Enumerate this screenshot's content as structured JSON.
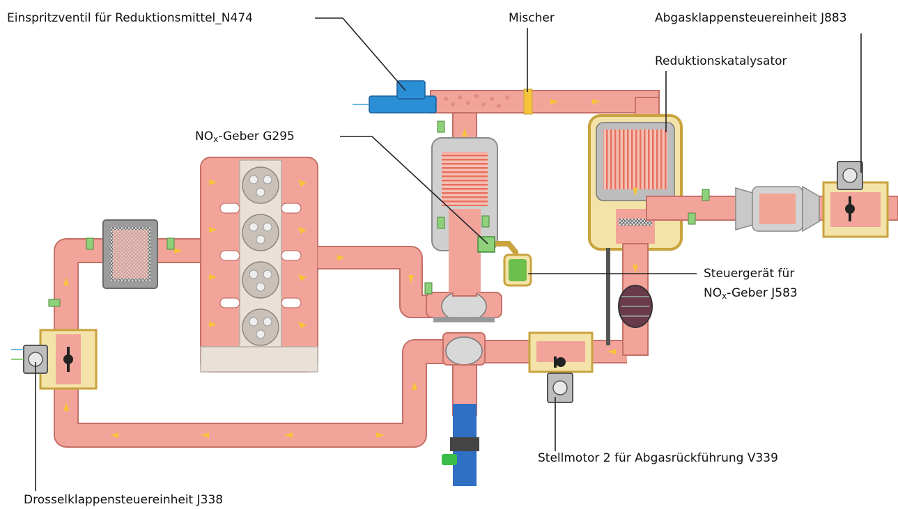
{
  "labels": {
    "n474": "Einspritzventil für Reduktionsmittel_N474",
    "mischer": "Mischer",
    "j883": "Abgasklappensteuereinheit J883",
    "katalysator": "Reduktionskatalysator",
    "g295_pre": "NO",
    "g295_sub": "x",
    "g295_post": "-Geber G295",
    "j583_line1": "Steuergerät für",
    "j583_pre": "NO",
    "j583_sub": "x",
    "j583_post": "-Geber J583",
    "v339": "Stellmotor 2 für Abgasrückführung V339",
    "j338": "Drosselklappensteuereinheit J338"
  },
  "colors": {
    "pipe": "#f2a49a",
    "pipe_stroke": "#c47067",
    "housing": "#c8a33e",
    "housing_fill": "#f3e3a8",
    "arrow": "#f6c43b",
    "metal": "#c9c9c9",
    "metal_dark": "#8a8a8a",
    "valve_blue": "#2b8fd6",
    "sensor_green": "#6cbf4a",
    "water_blue": "#2f6fc4",
    "leader": "#222222"
  }
}
